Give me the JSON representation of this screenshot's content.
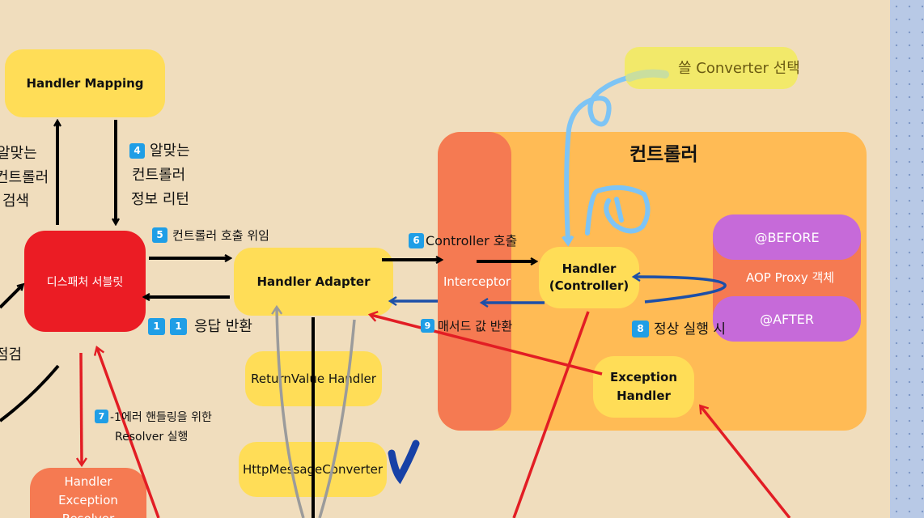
{
  "nodes": {
    "handler_mapping": "Handler Mapping",
    "dispatcher_servlet": "디스패처 서블릿",
    "handler_adapter": "Handler Adapter",
    "returnvalue_handler": "ReturnValue Handler",
    "http_message_converter": "HttpMessageConverter",
    "handler_exception_resolver": "Handler\nException\nResolver",
    "controller_group_title": "컨트롤러",
    "interceptor": "Interceptor",
    "handler_controller_line1": "Handler",
    "handler_controller_line2": "(Controller)",
    "exception_handler_line1": "Exception",
    "exception_handler_line2": "Handler",
    "aop_before": "@BEFORE",
    "aop_proxy": "AOP Proxy 객체",
    "aop_after": "@AFTER"
  },
  "steps": {
    "step3_line1": "알맞는",
    "step3_line2": "컨트롤러",
    "step3_line3": "검색",
    "step4_badge": "4",
    "step4_line1": "알맞는",
    "step4_line2": "컨트롤러",
    "step4_line3": "정보 리턴",
    "step5_badge": "5",
    "step5_text": "컨트롤러 호출 위임",
    "step6_badge": "6",
    "step6_text": "Controller 호출",
    "step8_badge": "8",
    "step8_text": "정상 실행 시",
    "step9_badge": "9",
    "step9_text": "매서드 값 반환",
    "step1_badge_a": "1",
    "step1_badge_b": "1",
    "step1_text": "응답 반환",
    "step7_badge": "7",
    "step7_line1": "-1에러 핸들링을 위한",
    "step7_line2": "Resolver 실행",
    "left_cut_text": "점검"
  },
  "annotation": {
    "converter_note": "쓸 Converter 선택"
  },
  "colors": {
    "background": "#f0ddbd",
    "yellow": "#ffdd57",
    "red": "#eb1c24",
    "controller_group": "#ffbb55",
    "interceptor": "#f57a52",
    "aop_proxy_band": "#f57a52",
    "purple": "#c66ad9",
    "badge": "#1f9ee6",
    "blue_arrow": "#1c4fa8",
    "light_blue_pen": "#7dc4f5",
    "highlight": "#f2e96a"
  }
}
